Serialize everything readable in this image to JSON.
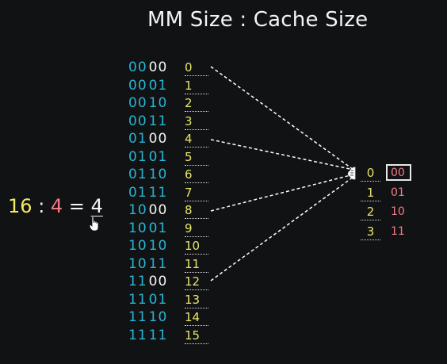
{
  "title": "MM Size : Cache Size",
  "ratio": {
    "left": "16",
    "colon": ":",
    "middle": "4",
    "equals": "=",
    "answer": "4"
  },
  "main_memory": [
    {
      "bits_prefix": "00",
      "bits_suffix": "00",
      "suffix_highlight": true,
      "index": "0"
    },
    {
      "bits_prefix": "00",
      "bits_suffix": "01",
      "suffix_highlight": false,
      "index": "1"
    },
    {
      "bits_prefix": "00",
      "bits_suffix": "10",
      "suffix_highlight": false,
      "index": "2"
    },
    {
      "bits_prefix": "00",
      "bits_suffix": "11",
      "suffix_highlight": false,
      "index": "3"
    },
    {
      "bits_prefix": "01",
      "bits_suffix": "00",
      "suffix_highlight": true,
      "index": "4"
    },
    {
      "bits_prefix": "01",
      "bits_suffix": "01",
      "suffix_highlight": false,
      "index": "5"
    },
    {
      "bits_prefix": "01",
      "bits_suffix": "10",
      "suffix_highlight": false,
      "index": "6"
    },
    {
      "bits_prefix": "01",
      "bits_suffix": "11",
      "suffix_highlight": false,
      "index": "7"
    },
    {
      "bits_prefix": "10",
      "bits_suffix": "00",
      "suffix_highlight": true,
      "index": "8"
    },
    {
      "bits_prefix": "10",
      "bits_suffix": "01",
      "suffix_highlight": false,
      "index": "9"
    },
    {
      "bits_prefix": "10",
      "bits_suffix": "10",
      "suffix_highlight": false,
      "index": "10"
    },
    {
      "bits_prefix": "10",
      "bits_suffix": "11",
      "suffix_highlight": false,
      "index": "11"
    },
    {
      "bits_prefix": "11",
      "bits_suffix": "00",
      "suffix_highlight": true,
      "index": "12"
    },
    {
      "bits_prefix": "11",
      "bits_suffix": "01",
      "suffix_highlight": false,
      "index": "13"
    },
    {
      "bits_prefix": "11",
      "bits_suffix": "10",
      "suffix_highlight": false,
      "index": "14"
    },
    {
      "bits_prefix": "11",
      "bits_suffix": "11",
      "suffix_highlight": false,
      "index": "15"
    }
  ],
  "cache": [
    {
      "index": "0",
      "tag": "00",
      "boxed": true
    },
    {
      "index": "1",
      "tag": "01",
      "boxed": false
    },
    {
      "index": "2",
      "tag": "10",
      "boxed": false
    },
    {
      "index": "3",
      "tag": "11",
      "boxed": false
    }
  ],
  "mapped_blocks_to_cache_line_0": [
    "0",
    "4",
    "8",
    "12"
  ],
  "colors": {
    "background": "#111214",
    "binary_prefix": "#2ab4d4",
    "binary_suffix_highlight": "#f4f4f4",
    "index": "#e7e66a",
    "tag": "#f27c86",
    "ratio_middle": "#f27c86",
    "ratio_left": "#f2ec62",
    "connector_line": "#ffffff"
  },
  "icons": {
    "pointer": "hand-pointer-icon",
    "target": "hand-target-icon"
  }
}
